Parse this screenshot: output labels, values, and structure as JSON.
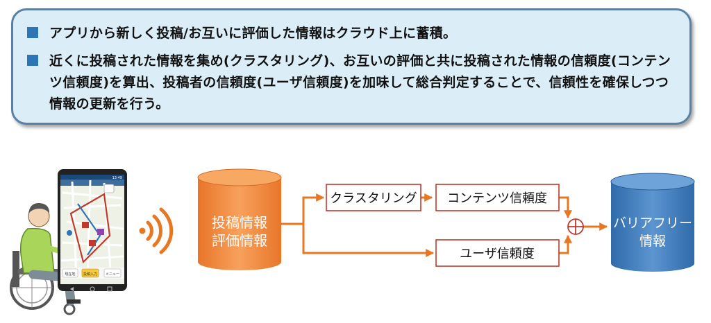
{
  "summary": {
    "bullets": [
      "アプリから新しく投稿/お互いに評価した情報はクラウド上に蓄積。",
      "近くに投稿された情報を集め(クラスタリング)、お互いの評価と共に投稿された情報の信頼度(コンテンツ信頼度)を算出、投稿者の信頼度(ユーザ信頼度)を加味して総合判定することで、信頼性を確保しつつ情報の更新を行う。"
    ],
    "bullet_color": "#2e75b6"
  },
  "diagram": {
    "source_db": {
      "lines": [
        "投稿情報",
        "評価情報"
      ],
      "color": "#f08c3c"
    },
    "clustering": {
      "label": "クラスタリング"
    },
    "content_trust": {
      "label": "コンテンツ信頼度"
    },
    "user_trust": {
      "label": "ユーザ信頼度"
    },
    "combine_symbol": "⊕",
    "target_db": {
      "lines": [
        "バリアフリー",
        "情報"
      ],
      "color": "#3a76b8"
    },
    "arrow_color": "#e87722",
    "phone": {
      "status_time": "13:49",
      "menu_label": "メニュー",
      "post_label": "投稿入力",
      "current_label": "現在地"
    }
  }
}
